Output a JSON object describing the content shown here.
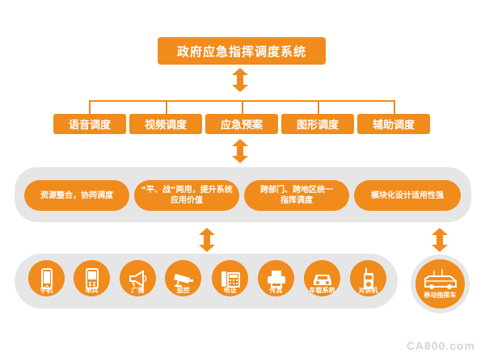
{
  "top": {
    "title": "政府应急指挥调度系统"
  },
  "level2": [
    {
      "label": "语音调度"
    },
    {
      "label": "视频调度"
    },
    {
      "label": "应急预案"
    },
    {
      "label": "图形调度"
    },
    {
      "label": "辅助调度"
    }
  ],
  "features": [
    {
      "line1": "资源整合，协同调度",
      "line2": ""
    },
    {
      "line1": "“平、战”两用，提升系统",
      "line2": "应用价值"
    },
    {
      "line1": "跨部门、跨地区统一",
      "line2": "指挥调度"
    },
    {
      "line1": "模块化设计适用性强",
      "line2": ""
    }
  ],
  "devices": [
    {
      "label": "手机",
      "icon": "mobile-phone-icon"
    },
    {
      "label": "单兵",
      "icon": "handheld-terminal-icon"
    },
    {
      "label": "广播",
      "icon": "megaphone-icon"
    },
    {
      "label": "监控",
      "icon": "surveillance-camera-icon"
    },
    {
      "label": "电话",
      "icon": "desk-telephone-icon"
    },
    {
      "label": "传真",
      "icon": "fax-machine-icon"
    },
    {
      "label": "车载系统",
      "icon": "car-icon"
    },
    {
      "label": "对讲机",
      "icon": "walkie-talkie-icon"
    }
  ],
  "mobile_vehicle": {
    "label": "移动指挥车",
    "icon": "command-vehicle-icon"
  },
  "watermark": "CA800.com",
  "colors": {
    "accent": "#f08b1c",
    "panel": "#e6e6e6",
    "arrow": "#f08b1c"
  }
}
